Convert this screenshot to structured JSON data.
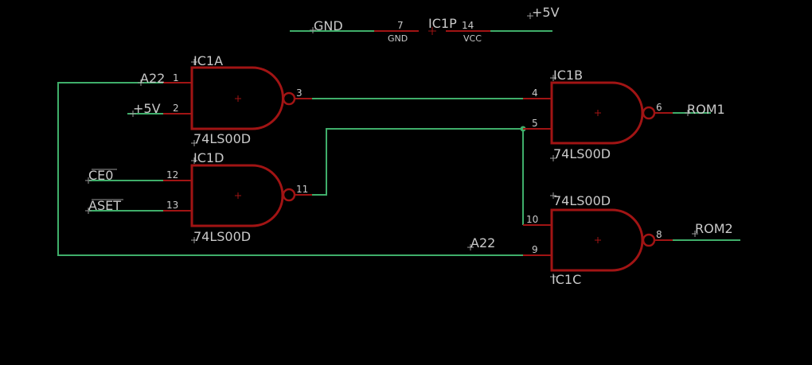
{
  "power_symbol": {
    "name": "IC1P",
    "gnd_label": "GND",
    "vcc_label": "+5V",
    "gnd_pin_num": "7",
    "gnd_pin_name": "GND",
    "vcc_pin_num": "14",
    "vcc_pin_name": "VCC"
  },
  "gates": {
    "ic1a": {
      "name": "IC1A",
      "value": "74LS00D",
      "in1": "1",
      "in2": "2",
      "out": "3"
    },
    "ic1d": {
      "name": "IC1D",
      "value": "74LS00D",
      "in1": "12",
      "in2": "13",
      "out": "11"
    },
    "ic1b": {
      "name": "IC1B",
      "value": "74LS00D",
      "in1": "4",
      "in2": "5",
      "out": "6"
    },
    "ic1c": {
      "name": "IC1C",
      "value": "74LS00D",
      "in1": "10",
      "in2": "9",
      "out": "8"
    }
  },
  "nets": {
    "a22_top": "A22",
    "plus5v": "+5V",
    "ce0": "CE0",
    "aset": "ASET",
    "a22_bottom": "A22",
    "rom1": "ROM1",
    "rom2": "ROM2"
  },
  "colors": {
    "background": "#000000",
    "wire": "#3fae6a",
    "symbol": "#a11414",
    "text": "#c9c9c9"
  }
}
